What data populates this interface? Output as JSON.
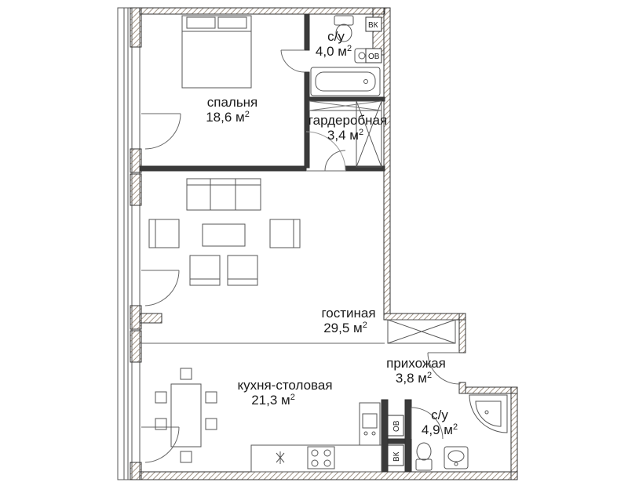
{
  "rooms": [
    {
      "id": "bathroom-1",
      "name": "с/у",
      "area": "4,0 м",
      "sup": "2"
    },
    {
      "id": "bedroom",
      "name": "спальня",
      "area": "18,6 м",
      "sup": "2"
    },
    {
      "id": "wardrobe",
      "name": "гардеробная",
      "area": "3,4 м",
      "sup": "2"
    },
    {
      "id": "living-room",
      "name": "гостиная",
      "area": "29,5 м",
      "sup": "2"
    },
    {
      "id": "hallway",
      "name": "прихожая",
      "area": "3,8 м",
      "sup": "2"
    },
    {
      "id": "kitchen-dining",
      "name": "кухня-столовая",
      "area": "21,3 м",
      "sup": "2"
    },
    {
      "id": "bathroom-2",
      "name": "с/у",
      "area": "4,9 м",
      "sup": "2"
    }
  ],
  "tags": {
    "vk_top": "ВК",
    "ov_top": "ОВ",
    "ov_bottom": "ОВ",
    "vk_bottom": "ВК"
  },
  "colors": {
    "wall": "#3a3a3a",
    "hatch": "#9a8a7a",
    "line": "#444444",
    "furniture": "#555555"
  }
}
